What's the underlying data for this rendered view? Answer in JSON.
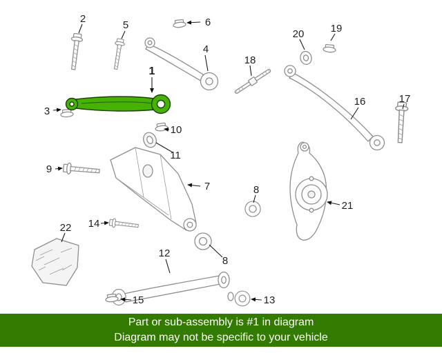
{
  "diagram": {
    "callouts": [
      "1",
      "2",
      "3",
      "4",
      "5",
      "6",
      "7",
      "8",
      "8",
      "9",
      "10",
      "11",
      "12",
      "13",
      "14",
      "15",
      "16",
      "17",
      "18",
      "19",
      "20",
      "21",
      "22"
    ],
    "highlight_color": "#46b204",
    "line_color": "#8e8e8e",
    "callout_text_color": "#1f1f1f"
  },
  "banner": {
    "line1": "Part or sub-assembly is #1 in diagram",
    "line2": "Diagram may not be specific to your vehicle",
    "background_color": "#337a00",
    "text_color": "#ffffff"
  }
}
